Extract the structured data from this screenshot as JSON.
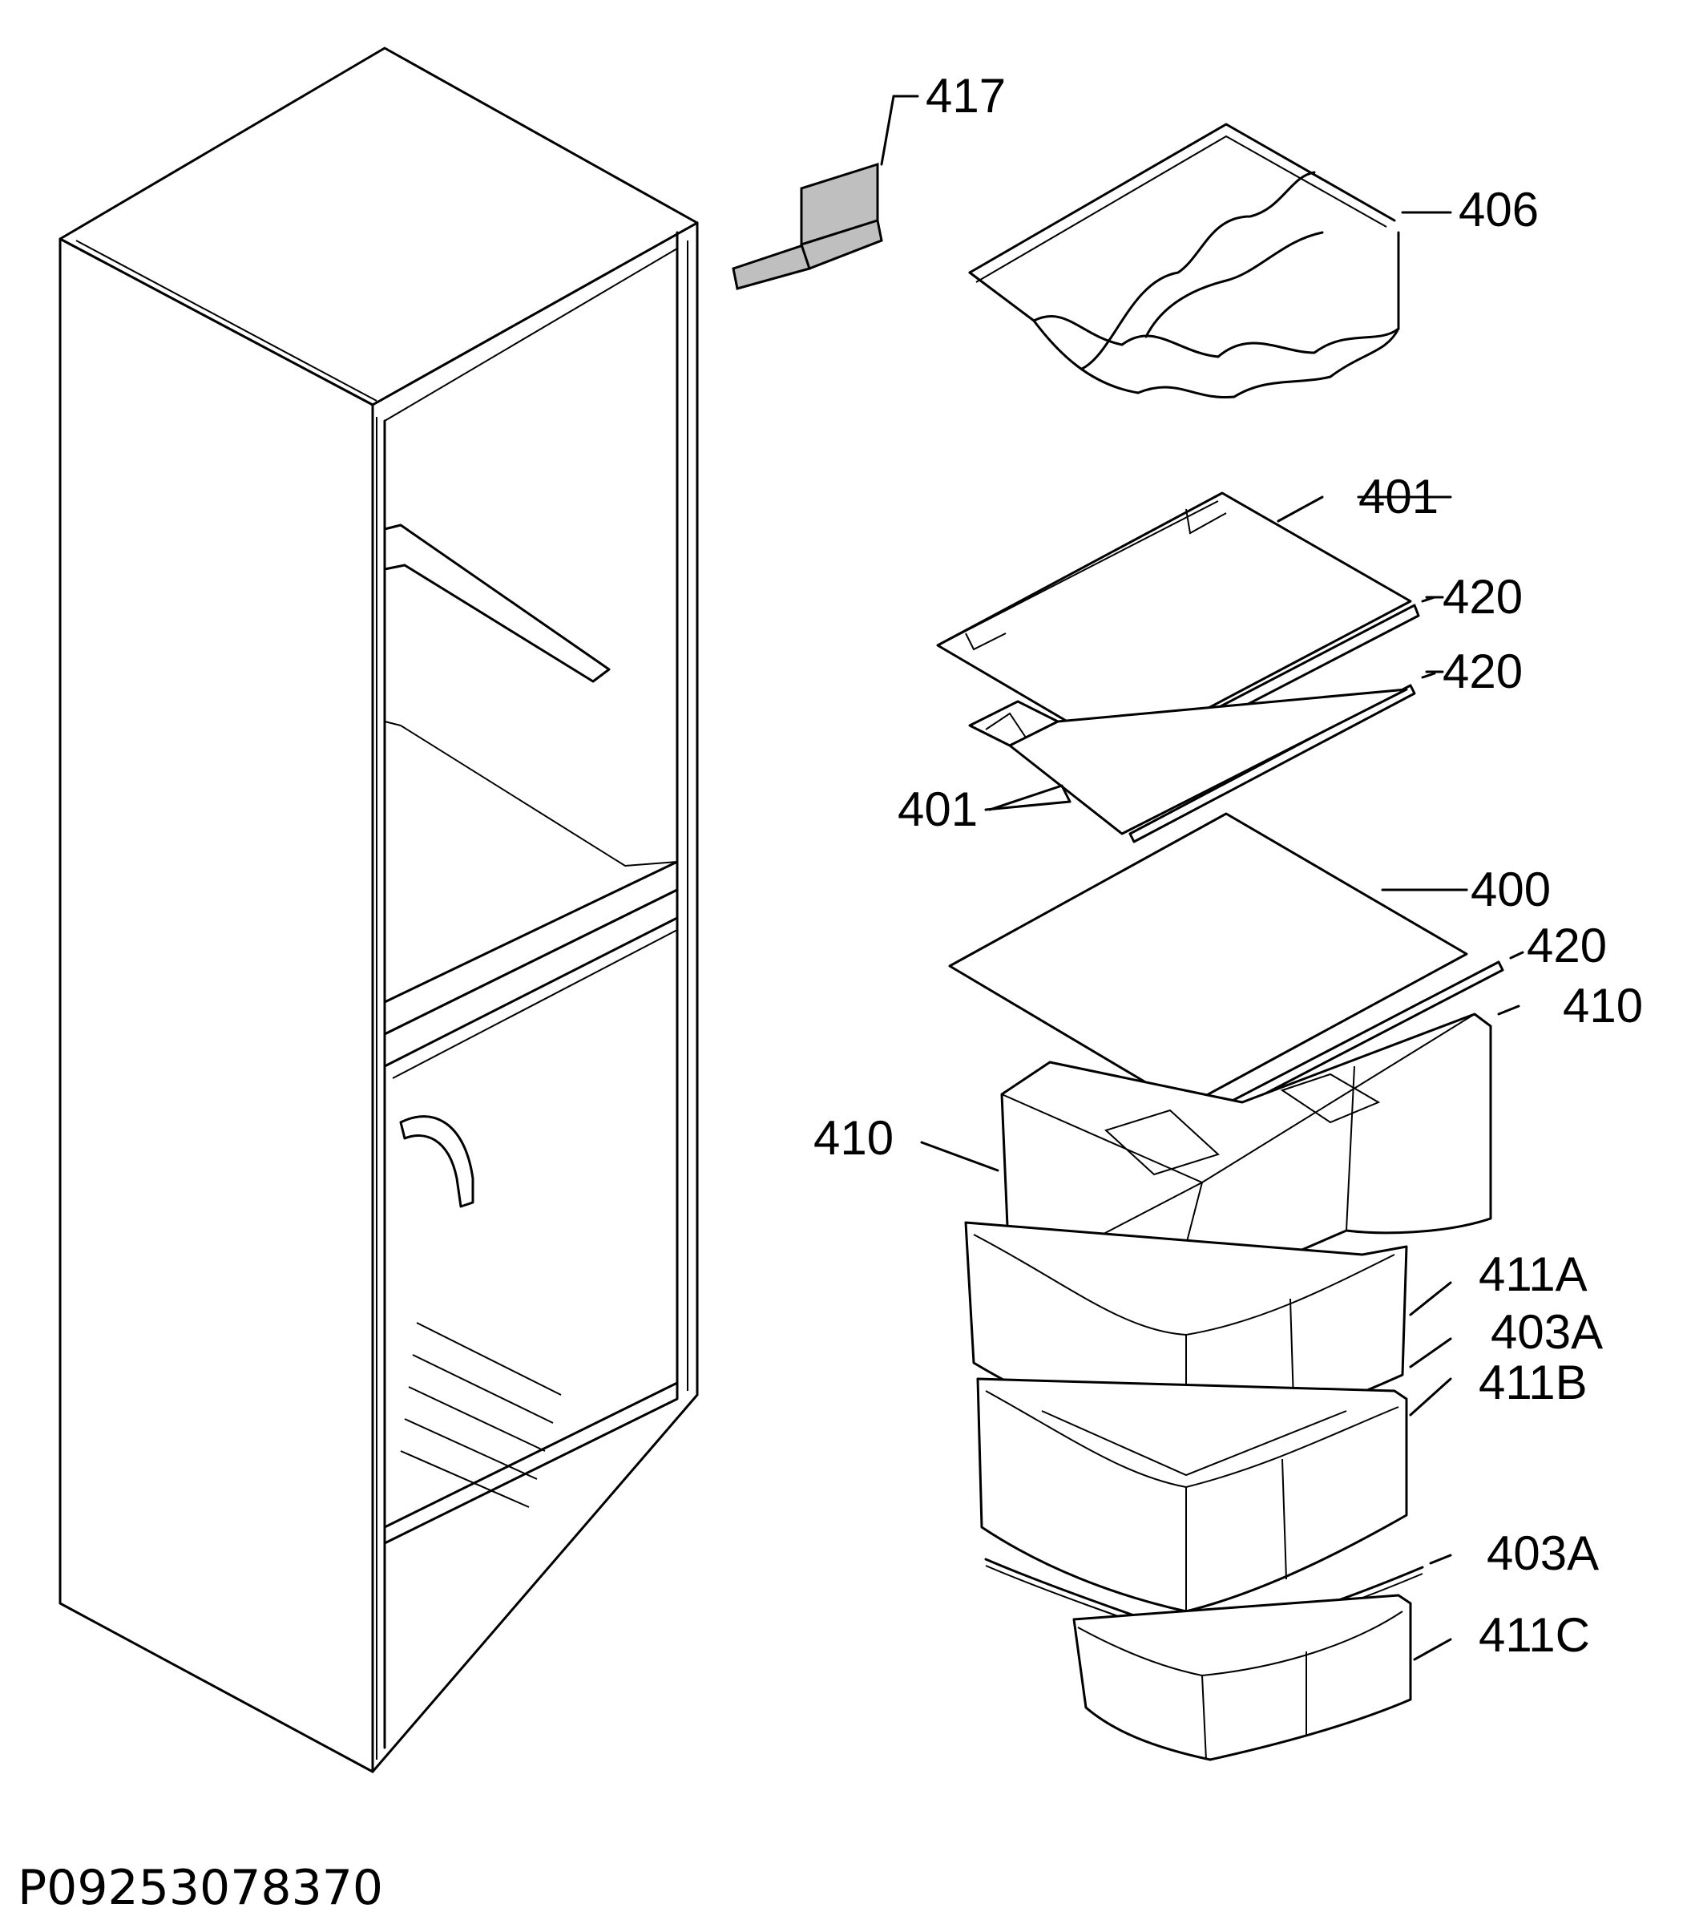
{
  "diagram": {
    "part_labels": [
      "417",
      "406",
      "401",
      "420",
      "420",
      "401",
      "400",
      "420",
      "410",
      "410",
      "411A",
      "403A",
      "411B",
      "403A",
      "411C"
    ],
    "document_code": "P09253078370"
  }
}
